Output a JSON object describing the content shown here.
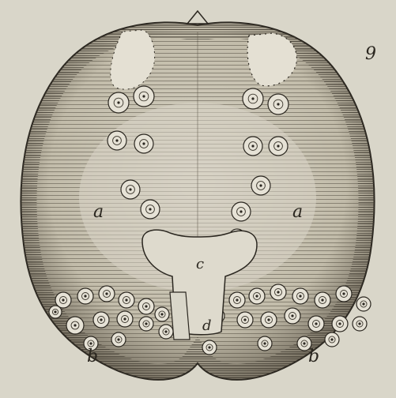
{
  "figure": {
    "labels": {
      "corner": "9",
      "a_left": "a",
      "a_right": "a",
      "c": "c",
      "d": "d",
      "b_left": "b",
      "b_right": "b"
    },
    "colors": {
      "paper": "#d9d6c9",
      "ink": "#2b2720",
      "body_tone": "#c9c4b3",
      "hatch": "#4a4438"
    }
  }
}
